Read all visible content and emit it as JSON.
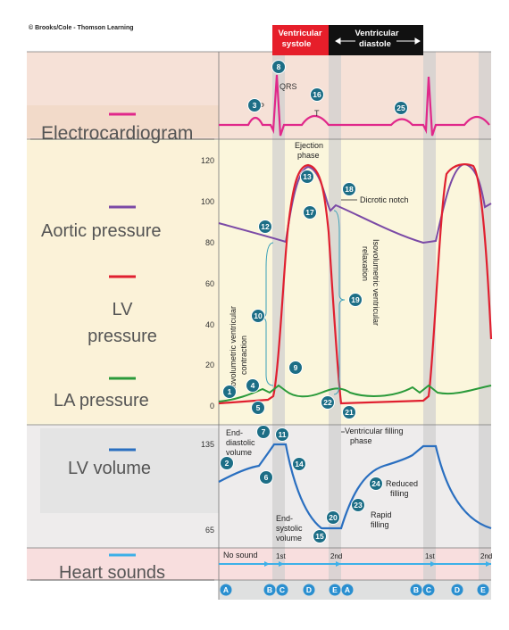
{
  "copyright": "© Brooks/Cole - Thomson Learning",
  "phases": {
    "systole": [
      "Ventricular",
      "systole"
    ],
    "diastole": [
      "Ventricular",
      "diastole"
    ]
  },
  "ecg": {
    "label": "Electrocardiogram",
    "p": "P",
    "qrs": "QRS",
    "t": "T"
  },
  "pressure": {
    "aortic_label": "Aortic pressure",
    "lv_label": [
      "LV",
      "pressure"
    ],
    "la_label": "LA pressure",
    "ticks": [
      "120",
      "100",
      "80",
      "60",
      "40",
      "20",
      "0"
    ],
    "ejection": [
      "Ejection",
      "phase"
    ],
    "dicrotic_notch": "Dicrotic notch",
    "iso_contraction": [
      "Isovolumetric ventricular",
      "contraction"
    ],
    "iso_relaxation": [
      "Isovolumetric ventricular",
      "relaxation"
    ]
  },
  "volume": {
    "label": "LV volume",
    "ticks": [
      "135",
      "65"
    ],
    "end_diastolic": [
      "End-",
      "diastolic",
      "volume"
    ],
    "end_systolic": [
      "End-",
      "systolic",
      "volume"
    ],
    "filling_phase": "Ventricular filling",
    "filling_phase2": "phase",
    "reduced": [
      "Reduced",
      "filling"
    ],
    "rapid": [
      "Rapid",
      "filling"
    ]
  },
  "sounds": {
    "label": "Heart sounds",
    "no_sound": "No sound",
    "first": "1st",
    "second": "2nd"
  },
  "markers": [
    "1",
    "2",
    "3",
    "4",
    "5",
    "6",
    "7",
    "8",
    "9",
    "10",
    "11",
    "12",
    "13",
    "14",
    "15",
    "16",
    "17",
    "18",
    "19",
    "20",
    "21",
    "22",
    "23",
    "24",
    "25"
  ],
  "phase_letters": [
    "A",
    "B",
    "C",
    "D",
    "E",
    "A",
    "B",
    "C",
    "D",
    "E"
  ],
  "colors": {
    "ecg": "#e0288a",
    "aortic": "#7b4aa6",
    "lv": "#e02030",
    "la": "#2a9a3a",
    "volume": "#2a6fc0",
    "sounds": "#3db0e8",
    "marker": "#1d6e86",
    "systole": "#e61e2a",
    "diastole": "#111111"
  }
}
